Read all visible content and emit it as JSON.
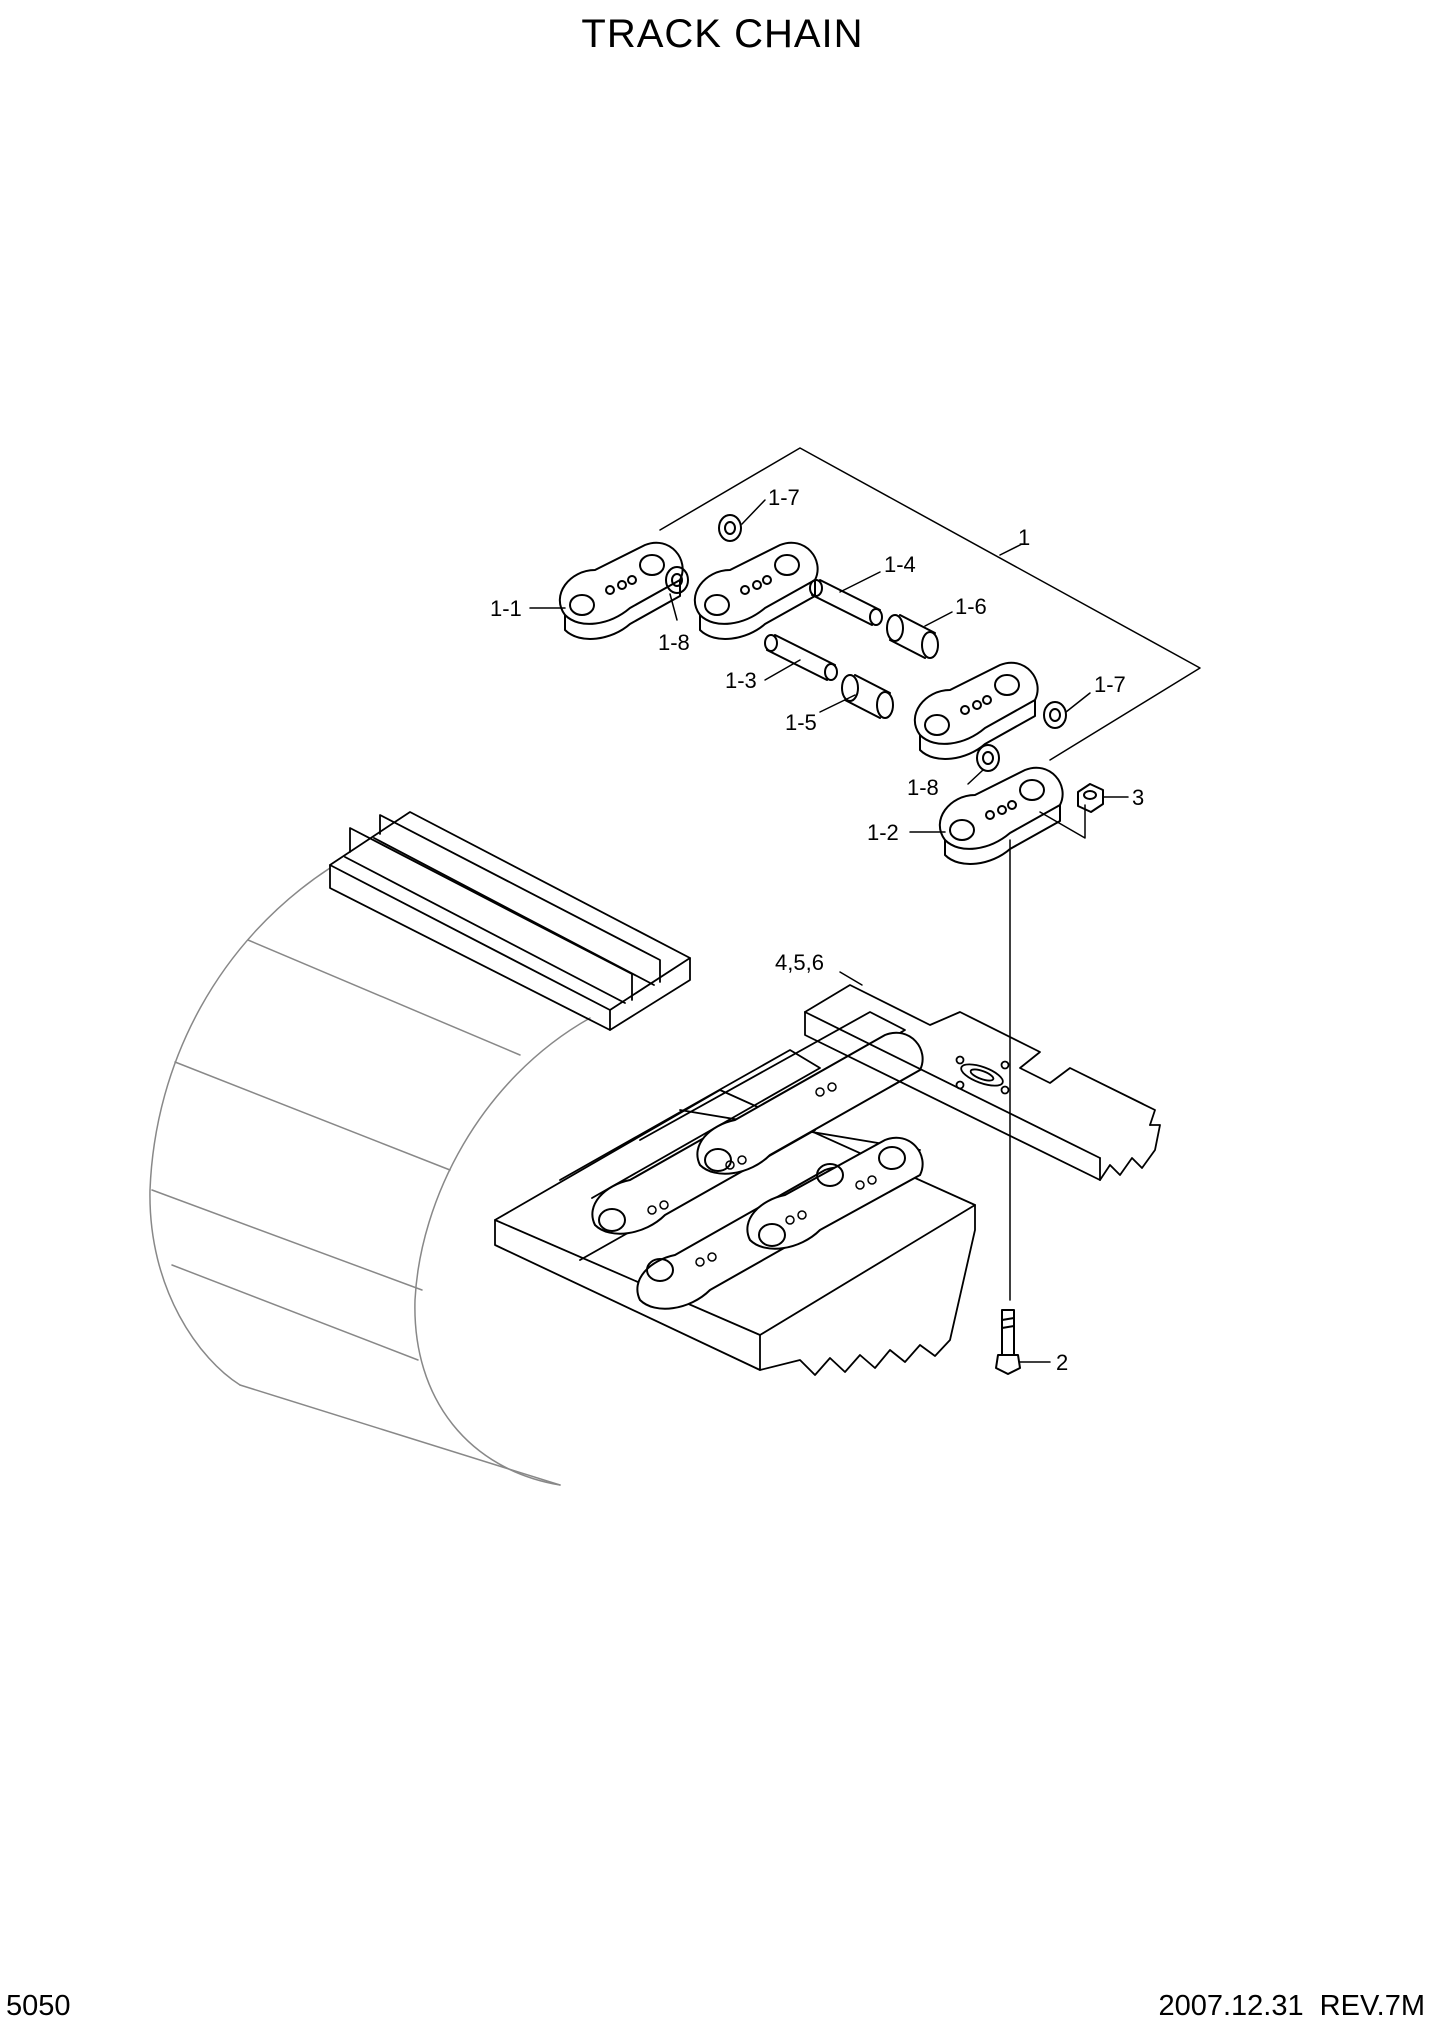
{
  "title": "TRACK CHAIN",
  "page_number": "5050",
  "revision": "2007.12.31 REV.7M",
  "callouts": [
    "1",
    "1-1",
    "1-2",
    "1-3",
    "1-4",
    "1-5",
    "1-6",
    "1-7",
    "1-7",
    "1-8",
    "1-8",
    "2",
    "3",
    "4,5,6"
  ]
}
